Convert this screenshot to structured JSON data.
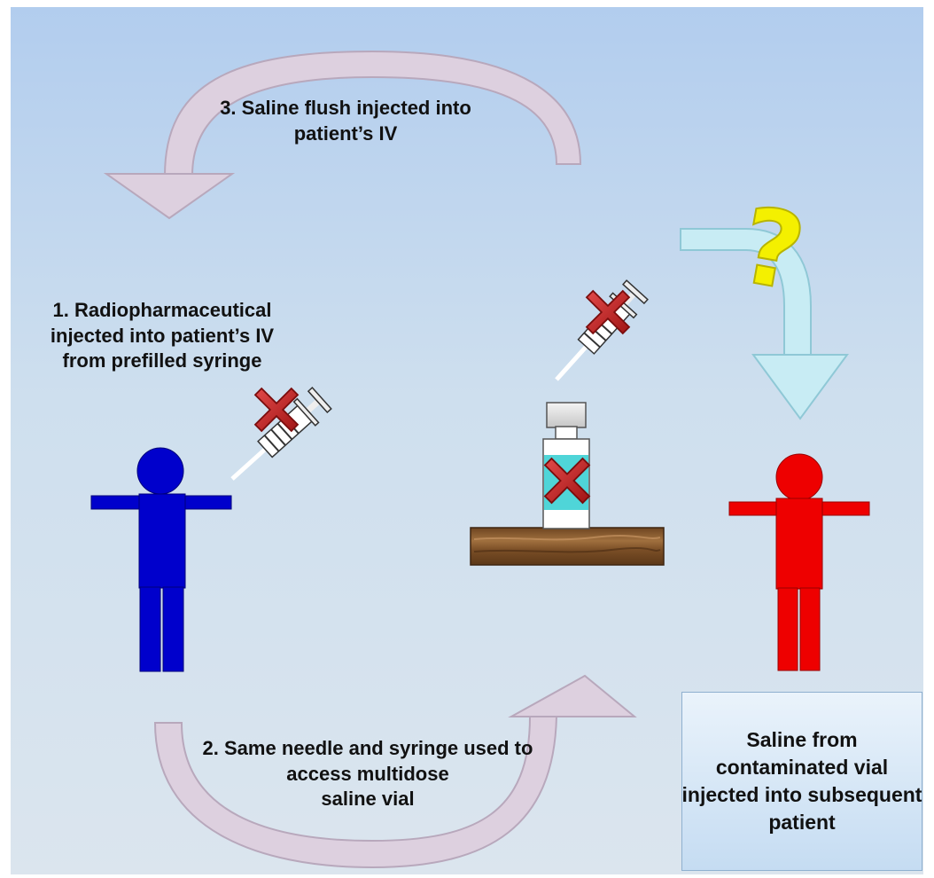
{
  "labels": {
    "step3": [
      "3. Saline flush injected into",
      "patient’s IV"
    ],
    "step1": [
      "1. Radiopharmaceutical",
      "injected into patient’s IV",
      "from prefilled syringe"
    ],
    "step2": [
      "2. Same needle and syringe used to",
      "access multidose",
      "saline vial"
    ],
    "outcome": [
      "Saline from",
      "contaminated vial",
      "injected into subsequent",
      "patient"
    ]
  },
  "question_mark": "?",
  "colors": {
    "first_patient": "#0000cc",
    "subsequent_patient": "#ee0000",
    "cycle_arrows": "#ddd0df",
    "outcome_arrow": "#c8ecf4",
    "question_mark": "#f4f000",
    "cross_mark": "#cc2222",
    "saline": "#3cd0d4",
    "shelf": "#8a5a2e"
  },
  "icons": [
    "person-icon",
    "syringe-icon",
    "vial-icon",
    "cross-mark-icon",
    "question-mark-icon",
    "shelf-icon"
  ]
}
